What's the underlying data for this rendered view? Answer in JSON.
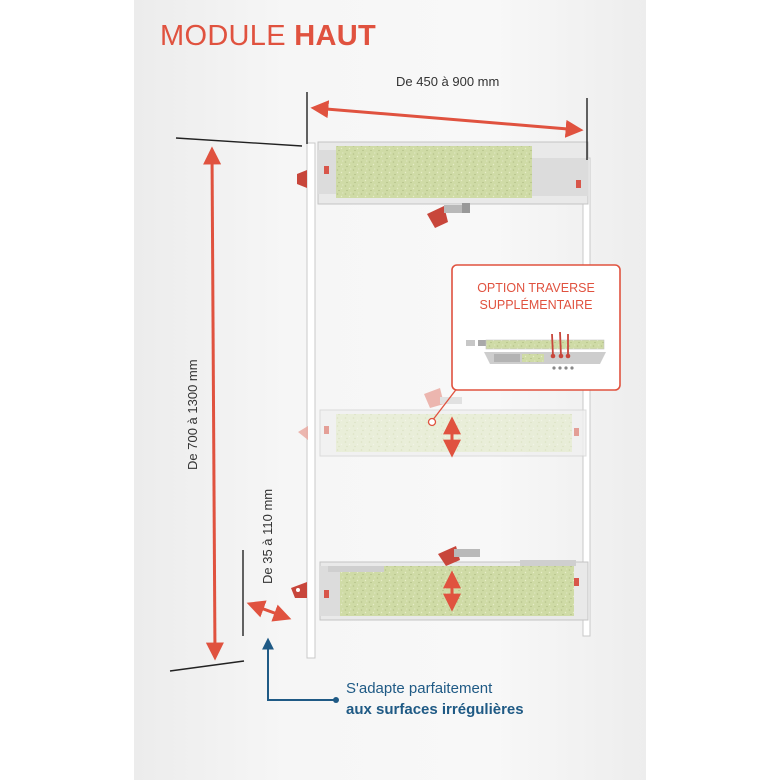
{
  "title": {
    "regular": "MODULE ",
    "bold": "HAUT"
  },
  "dimensions": {
    "width": "De 450 à 900 mm",
    "height": "De 700 à 1300 mm",
    "gap": "De 35 à 110 mm"
  },
  "callout": {
    "line1": "OPTION TRAVERSE",
    "line2": "SUPPLÉMENTAIRE"
  },
  "note": {
    "line1": "S'adapte parfaitement",
    "line2": "aux surfaces irrégulières"
  },
  "colors": {
    "accent": "#e0523f",
    "note": "#1f5a85",
    "filler": "#d6e0b0"
  }
}
